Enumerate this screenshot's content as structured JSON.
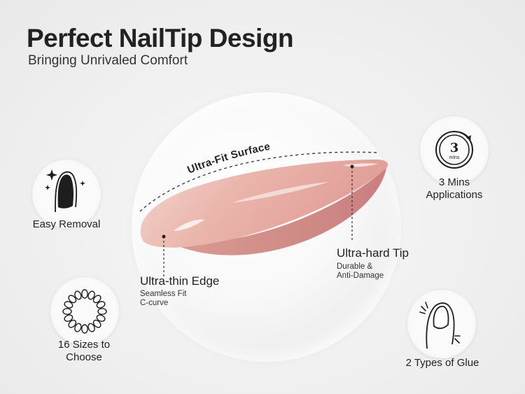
{
  "header": {
    "title": "Perfect NailTip Design",
    "subtitle": "Bringing Unrivaled Comfort"
  },
  "nail": {
    "surface_label": "Ultra-Fit Surface",
    "edge": {
      "title": "Ultra-thin Edge",
      "lines": [
        "Seamless Fit",
        "C-curve"
      ]
    },
    "tip": {
      "title": "Ultra-hard Tip",
      "lines": [
        "Durable &",
        "Anti-Damage"
      ]
    }
  },
  "features": {
    "easy_removal": "Easy Removal",
    "sizes": [
      "16 Sizes to",
      "Choose"
    ],
    "timer": {
      "number": "3",
      "unit": "mins",
      "label": [
        "3 Mins",
        "Applications"
      ]
    },
    "glue": "2 Types of Glue"
  },
  "colors": {
    "nail_light": "#f4d2c9",
    "nail_mid": "#e6a9a0",
    "nail_dark": "#d08e89",
    "icon_dark": "#1e1e1e"
  }
}
